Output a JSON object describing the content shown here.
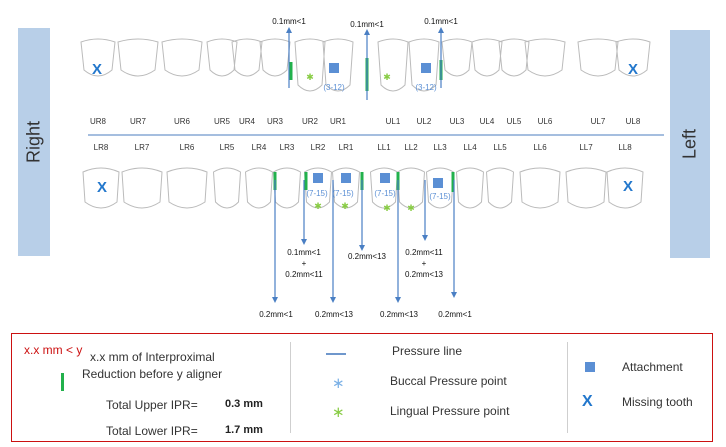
{
  "sides": {
    "right": "Right",
    "left": "Left"
  },
  "upper_codes": [
    "UR8",
    "UR7",
    "UR6",
    "UR5",
    "UR4",
    "UR3",
    "UR2",
    "UR1",
    "UL1",
    "UL2",
    "UL3",
    "UL4",
    "UL5",
    "UL6",
    "UL7",
    "UL8"
  ],
  "lower_codes": [
    "LR8",
    "LR7",
    "LR6",
    "LR5",
    "LR4",
    "LR3",
    "LR2",
    "LR1",
    "LL1",
    "LL2",
    "LL3",
    "LL4",
    "LL5",
    "LL6",
    "LL7",
    "LL8"
  ],
  "upper_ipr": [
    "0.1mm<1",
    "0.1mm<1",
    "0.1mm<1"
  ],
  "upper_attachment_stages": [
    "(3-12)",
    "(3-12)"
  ],
  "lower_attachment_stages": [
    "(7-15)",
    "(7-15)",
    "(7-15)",
    "(7-15)"
  ],
  "lower_ipr": {
    "mid_left": [
      "0.1mm<1",
      "+",
      "0.2mm<11"
    ],
    "mid_center": "0.2mm<13",
    "mid_right": [
      "0.2mm<11",
      "+",
      "0.2mm<13"
    ],
    "bottom": [
      "0.2mm<1",
      "0.2mm<13",
      "0.2mm<13",
      "0.2mm<1"
    ]
  },
  "colors": {
    "pressure_line": "#6f97cc",
    "attachment": "#5b8fd4",
    "missing": "#2277cc",
    "ipr_mark": "#22b14c",
    "lingual": "#88cc44",
    "buccal": "#7ab0e6",
    "legend_border": "#cc1111",
    "side_bar": "#b8cfe8"
  },
  "legend": {
    "ipr_notation": "x.x mm < y",
    "ipr_desc_1": "x.x mm of Interproximal",
    "ipr_desc_2": "Reduction before y aligner",
    "total_upper_label": "Total Upper IPR=",
    "total_upper_value": "0.3 mm",
    "total_lower_label": "Total Lower IPR=",
    "total_lower_value": "1.7 mm",
    "pressure_line": "Pressure line",
    "buccal": "Buccal Pressure point",
    "lingual": "Lingual Pressure point",
    "attachment": "Attachment",
    "missing": "Missing tooth"
  }
}
